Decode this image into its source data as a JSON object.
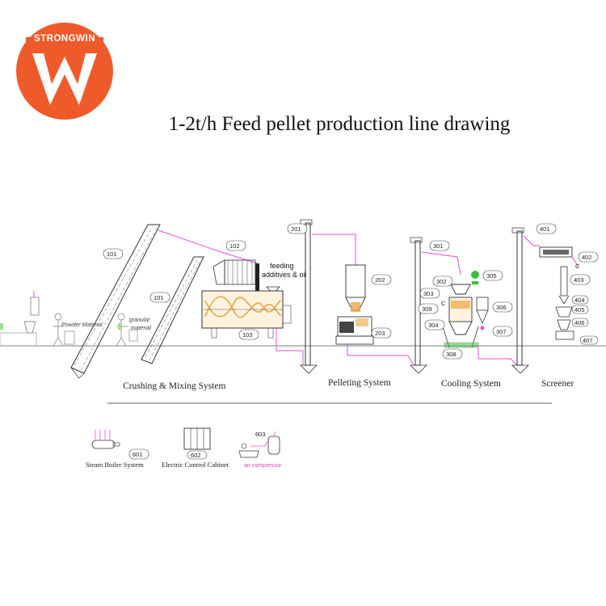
{
  "brand": {
    "name": "STRONGWIN",
    "accent": "#ee5a2a",
    "line_color": "#e64fd8"
  },
  "title": "1-2t/h Feed pellet production line drawing",
  "systems": [
    "Crushing & Mixing System",
    "Pelleting System",
    "Cooling System",
    "Screener"
  ],
  "auxiliary": [
    {
      "id": "601",
      "label": "Steam Boiler System"
    },
    {
      "id": "602",
      "label": "Electric Control Cabinet"
    },
    {
      "id": "603",
      "label": "air compressor"
    }
  ],
  "equipment_ids": {
    "101a": "101",
    "101b": "101",
    "102": "102",
    "103": "103",
    "201": "201",
    "202": "202",
    "203": "203",
    "301": "301",
    "302": "302",
    "303": "303",
    "304": "304",
    "305": "305",
    "306": "306",
    "307": "307",
    "308": "308",
    "309": "309",
    "401": "401",
    "402": "402",
    "403": "403",
    "404": "404",
    "405": "405",
    "406": "406",
    "407": "407"
  },
  "annotations": {
    "feeding_line1": "feeding",
    "feeding_line2": "additives & oil",
    "powder": "Powder Material",
    "granular1": "granular",
    "granular2": "material",
    "c1": "C",
    "c2": "C"
  },
  "icons": [
    "strongwin-logo",
    "bucket-elevator-icon",
    "mixer-icon",
    "pellet-mill-icon",
    "cooler-icon",
    "cyclone-icon",
    "screener-icon",
    "boiler-icon",
    "cabinet-icon",
    "compressor-icon"
  ]
}
